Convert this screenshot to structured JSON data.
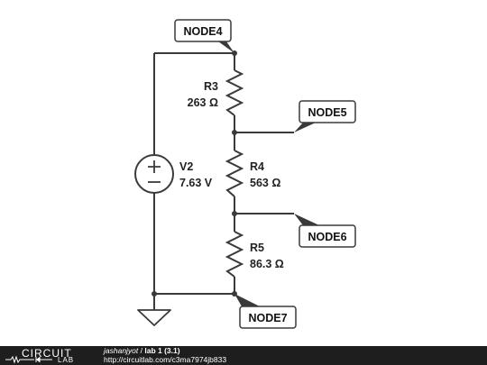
{
  "nodes": {
    "node4": "NODE4",
    "node5": "NODE5",
    "node6": "NODE6",
    "node7": "NODE7"
  },
  "components": {
    "r3": {
      "name": "R3",
      "value": "263 Ω"
    },
    "r4": {
      "name": "R4",
      "value": "563 Ω"
    },
    "r5": {
      "name": "R5",
      "value": "86.3 Ω"
    },
    "v2": {
      "name": "V2",
      "value": "7.63 V"
    }
  },
  "footer": {
    "logo_top": "CIRCUIT",
    "logo_bottom": "LAB",
    "author": "jashanjyot",
    "separator": " / ",
    "title": "lab 1 (3.1)",
    "url": "http://circuitlab.com/c3ma7974jb833"
  }
}
